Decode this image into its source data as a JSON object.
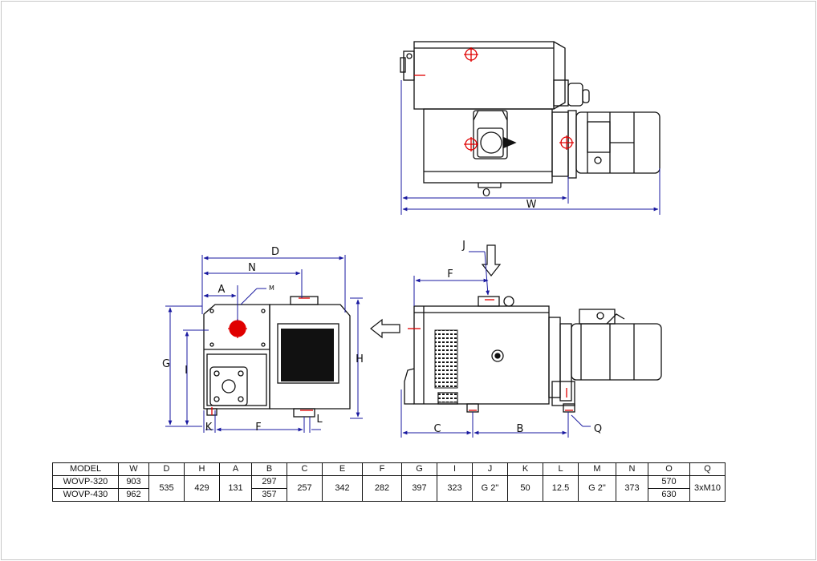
{
  "drawing": {
    "dim_labels": {
      "top_O": "O",
      "top_W": "W",
      "front_D": "D",
      "front_N": "N",
      "front_A": "A",
      "front_M": "M",
      "front_G": "G",
      "front_I": "I",
      "front_H": "H",
      "front_K": "K",
      "front_F": "F",
      "front_L": "L",
      "side_J": "J",
      "side_F": "F",
      "side_C": "C",
      "side_B": "B",
      "side_Q": "Q"
    },
    "colors": {
      "line": "#111111",
      "dimension": "#1a1aa0",
      "marker": "#e00000"
    }
  },
  "table": {
    "headers": [
      "MODEL",
      "W",
      "D",
      "H",
      "A",
      "B",
      "C",
      "E",
      "F",
      "G",
      "I",
      "J",
      "K",
      "L",
      "M",
      "N",
      "O",
      "Q"
    ],
    "models": [
      "WOVP-320",
      "WOVP-430"
    ],
    "w": [
      "903",
      "962"
    ],
    "b": [
      "297",
      "357"
    ],
    "o": [
      "570",
      "630"
    ],
    "shared": {
      "D": "535",
      "H": "429",
      "A": "131",
      "C": "257",
      "E": "342",
      "F": "282",
      "G": "397",
      "I": "323",
      "J": "G 2\"",
      "K": "50",
      "L": "12.5",
      "M": "G 2\"",
      "N": "373",
      "Q": "3xM10"
    }
  }
}
